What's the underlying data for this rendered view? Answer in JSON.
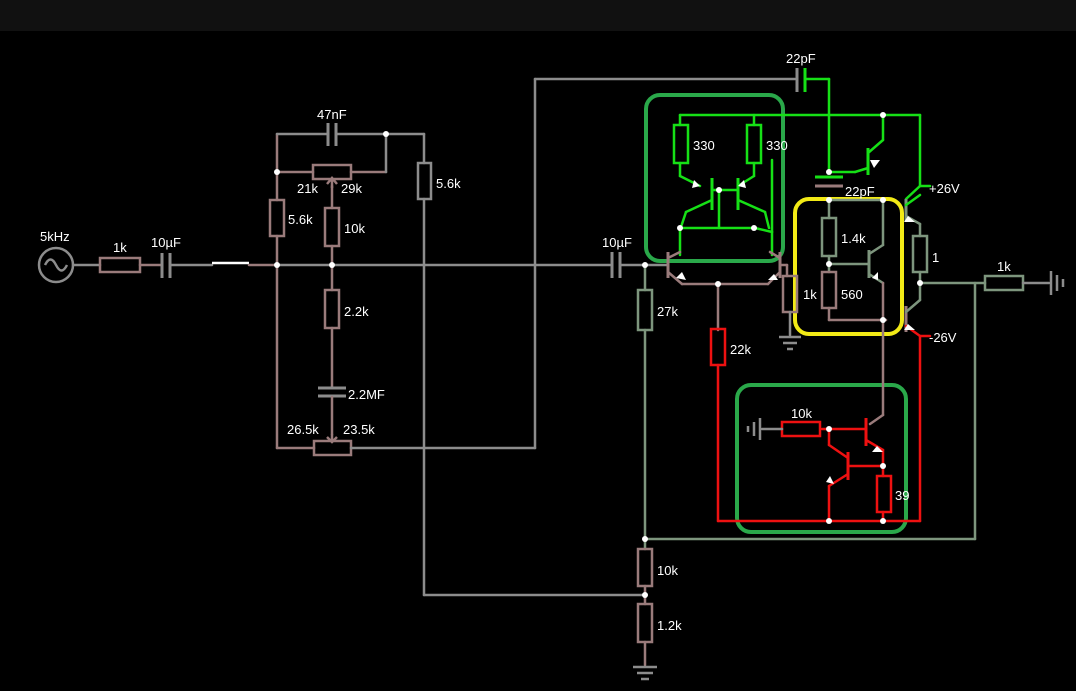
{
  "colors": {
    "background": "#000000",
    "topbar": "#111111",
    "wire_neutral": "#8c8c8c",
    "wire_mauve": "#9a7b7b",
    "wire_sage": "#7d957d",
    "wire_bright_green": "#16e016",
    "wire_red": "#ee1111",
    "highlight_green": "#2aa84a",
    "highlight_yellow": "#f2ea16"
  },
  "labels": {
    "source_freq": "5kHz",
    "r_in": "1k",
    "c_in": "10µF",
    "c_fb": "47nF",
    "pot_top_left": "21k",
    "pot_top_right": "29k",
    "r_5k6_left": "5.6k",
    "r_5k6_right": "5.6k",
    "r_10k_tone": "10k",
    "r_2k2": "2.2k",
    "c_2m2": "2.2MF",
    "pot_bot_left": "26.5k",
    "pot_bot_right": "23.5k",
    "c_in2": "10µF",
    "r_27k": "27k",
    "r_10k_bias": "10k",
    "r_1k2": "1.2k",
    "c_22pf_top": "22pF",
    "r_330_left": "330",
    "r_330_right": "330",
    "c_22pf_mid": "22pF",
    "r_22k": "22k",
    "r_1k_mid": "1k",
    "r_1k4": "1.4k",
    "r_560": "560",
    "v_pos": "+26V",
    "v_neg": "-26V",
    "r_1_out": "1",
    "r_1k_load": "1k",
    "r_10k_cs": "10k",
    "r_39": "39"
  }
}
